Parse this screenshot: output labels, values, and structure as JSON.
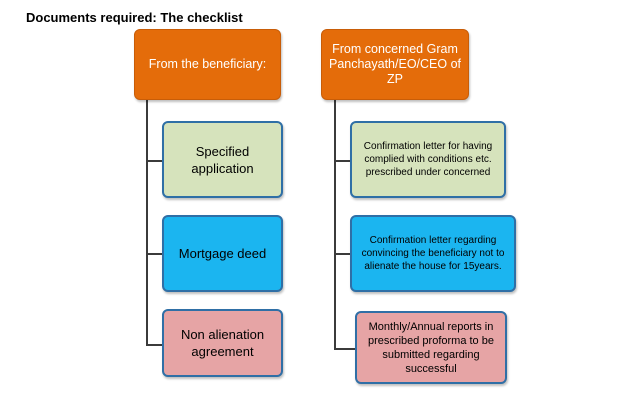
{
  "title": "Documents required: The checklist",
  "left_column": {
    "header": "From the beneficiary:",
    "items": [
      "Specified application",
      "Mortgage deed",
      "Non alienation agreement"
    ]
  },
  "right_column": {
    "header": "From concerned Gram Panchayath/EO/CEO of ZP",
    "items": [
      "Confirmation letter for having complied with conditions etc. prescribed under concerned",
      "Confirmation letter regarding convincing the beneficiary not to alienate the house for 15years.",
      "Monthly/Annual reports in prescribed proforma to be submitted regarding successful"
    ]
  },
  "colors": {
    "header_fill": "#E46C0A",
    "item1_fill": "#D6E3BC",
    "item2_fill": "#1BB5F0",
    "item3_fill": "#E6A4A5",
    "item_border": "#2F6FA6"
  }
}
